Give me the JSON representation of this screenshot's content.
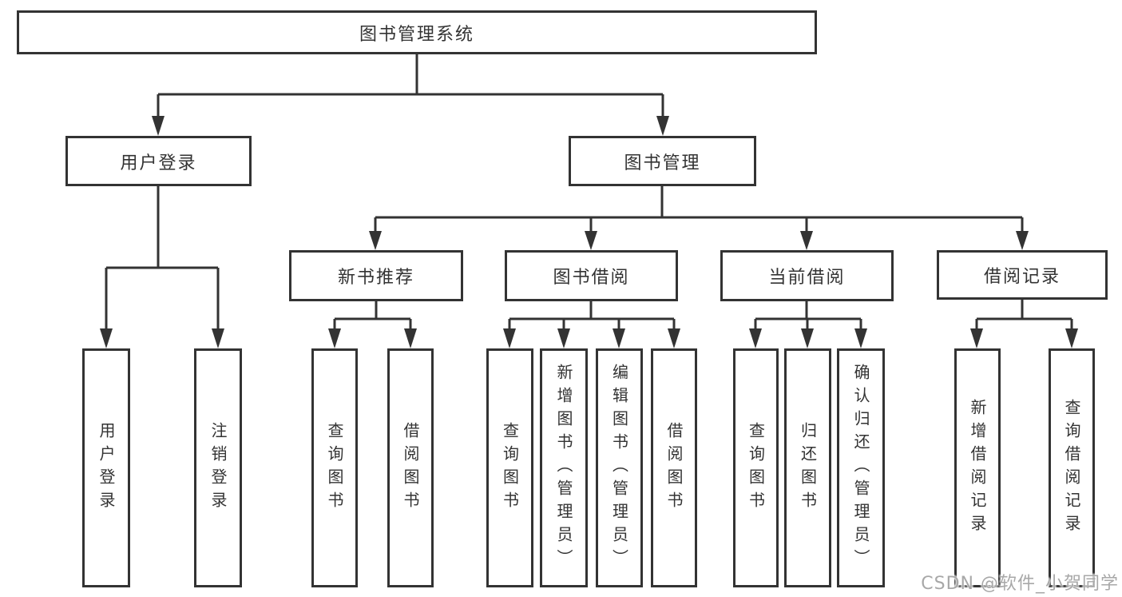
{
  "diagram": {
    "root": "图书管理系统",
    "level2": [
      "用户登录",
      "图书管理"
    ],
    "level3": [
      "新书推荐",
      "图书借阅",
      "当前借阅",
      "借阅记录"
    ],
    "leaves_user_login": [
      "用户登录",
      "注销登录"
    ],
    "leaves_new_book": [
      "查询图书",
      "借阅图书"
    ],
    "leaves_book_borrow": [
      "查询图书",
      "新增图书（管理员）",
      "编辑图书（管理员）",
      "借阅图书"
    ],
    "leaves_current_borrow": [
      "查询图书",
      "归还图书",
      "确认归还（管理员）"
    ],
    "leaves_borrow_records": [
      "新增借阅记录",
      "查询借阅记录"
    ],
    "colors": {
      "line": "#333333",
      "text": "#333333",
      "background": "#ffffff",
      "watermark": "#a8a8a8"
    },
    "watermark": "CSDN @软件_小贺同学"
  }
}
